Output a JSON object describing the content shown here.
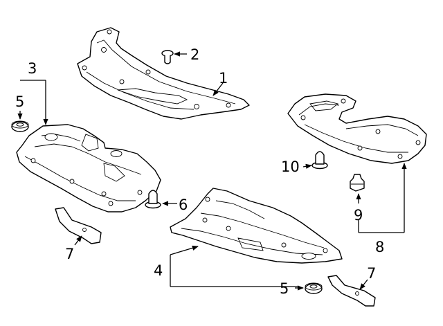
{
  "callouts": {
    "c1": "1",
    "c2": "2",
    "c3": "3",
    "c4": "4",
    "c5a": "5",
    "c5b": "5",
    "c6": "6",
    "c7a": "7",
    "c7b": "7",
    "c8": "8",
    "c9": "9",
    "c10": "10"
  },
  "colors": {
    "line": "#000000",
    "background": "#ffffff"
  }
}
